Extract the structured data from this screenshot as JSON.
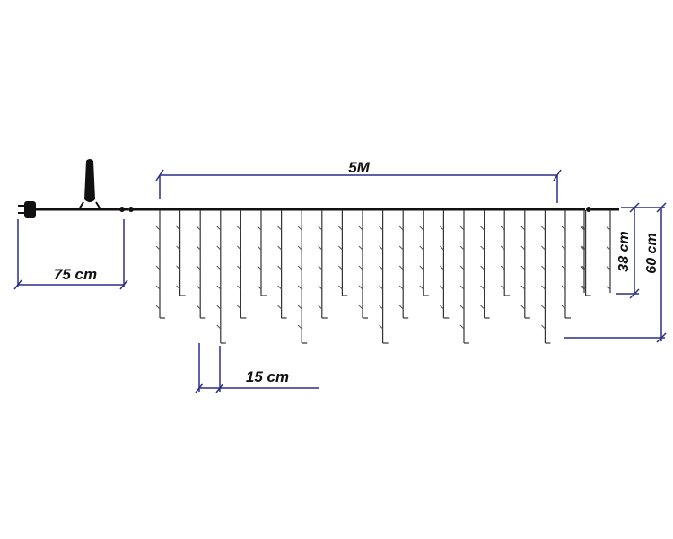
{
  "dimensions": {
    "total_length": "5M",
    "lead_cable": "75 cm",
    "drop_spacing": "15 cm",
    "short_drop": "38 cm",
    "long_drop": "60 cm"
  },
  "colors": {
    "wire": "#111111",
    "dimension_line": "#2a2f8a",
    "drops": "#333333"
  },
  "drops": [
    {
      "length": "medium"
    },
    {
      "length": "short"
    },
    {
      "length": "medium"
    },
    {
      "length": "long"
    },
    {
      "length": "medium"
    },
    {
      "length": "short"
    },
    {
      "length": "medium"
    },
    {
      "length": "long"
    },
    {
      "length": "medium"
    },
    {
      "length": "short"
    },
    {
      "length": "medium"
    },
    {
      "length": "long"
    },
    {
      "length": "medium"
    },
    {
      "length": "short"
    },
    {
      "length": "medium"
    },
    {
      "length": "long"
    },
    {
      "length": "medium"
    },
    {
      "length": "short"
    },
    {
      "length": "medium"
    },
    {
      "length": "long"
    },
    {
      "length": "medium"
    },
    {
      "length": "short"
    }
  ]
}
